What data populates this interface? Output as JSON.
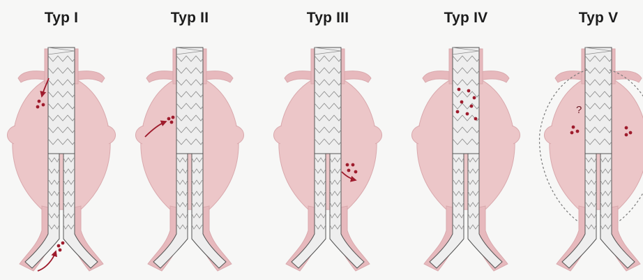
{
  "panels": [
    {
      "title": "Typ I",
      "leak_type": "I",
      "question_mark": ""
    },
    {
      "title": "Typ II",
      "leak_type": "II",
      "question_mark": ""
    },
    {
      "title": "Typ III",
      "leak_type": "III",
      "question_mark": ""
    },
    {
      "title": "Typ IV",
      "leak_type": "IV",
      "question_mark": ""
    },
    {
      "title": "Typ V",
      "leak_type": "V",
      "question_mark": "?"
    }
  ],
  "colors": {
    "background": "#f7f7f6",
    "aneurysm": "#ecc6c8",
    "aneurysm_edge": "#d9a9ad",
    "vessel": "#e7b9bd",
    "stent_fill": "#eeeeee",
    "stent_wire": "#8d8d8d",
    "leak": "#9e1b2c",
    "endotension_outline": "#7a7a7a"
  }
}
